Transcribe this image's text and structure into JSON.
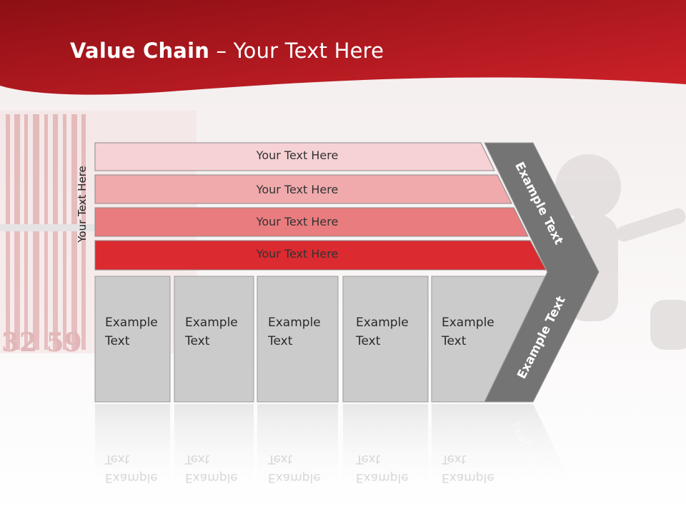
{
  "slide": {
    "title_bold": "Value Chain",
    "title_rest": " – Your Text Here",
    "side_label": "Your Text Here",
    "rows": [
      "Your Text Here",
      "Your Text Here",
      "Your Text Here",
      "Your Text Here"
    ],
    "boxes": [
      {
        "line1": "Example",
        "line2": "Text"
      },
      {
        "line1": "Example",
        "line2": "Text"
      },
      {
        "line1": "Example",
        "line2": "Text"
      },
      {
        "line1": "Example",
        "line2": "Text"
      },
      {
        "line1": "Example",
        "line2": "Text"
      }
    ],
    "chevron_upper_label": "Example Text",
    "chevron_lower_label": "Example Text",
    "background_numbers": "32 59"
  },
  "colors": {
    "header_red": "#b01820",
    "row1": "#f6d2d4",
    "row2": "#f0aaac",
    "row3": "#e97c7e",
    "row4": "#db2a30",
    "box_gray": "#cbcbcb",
    "chevron_gray": "#747474"
  }
}
